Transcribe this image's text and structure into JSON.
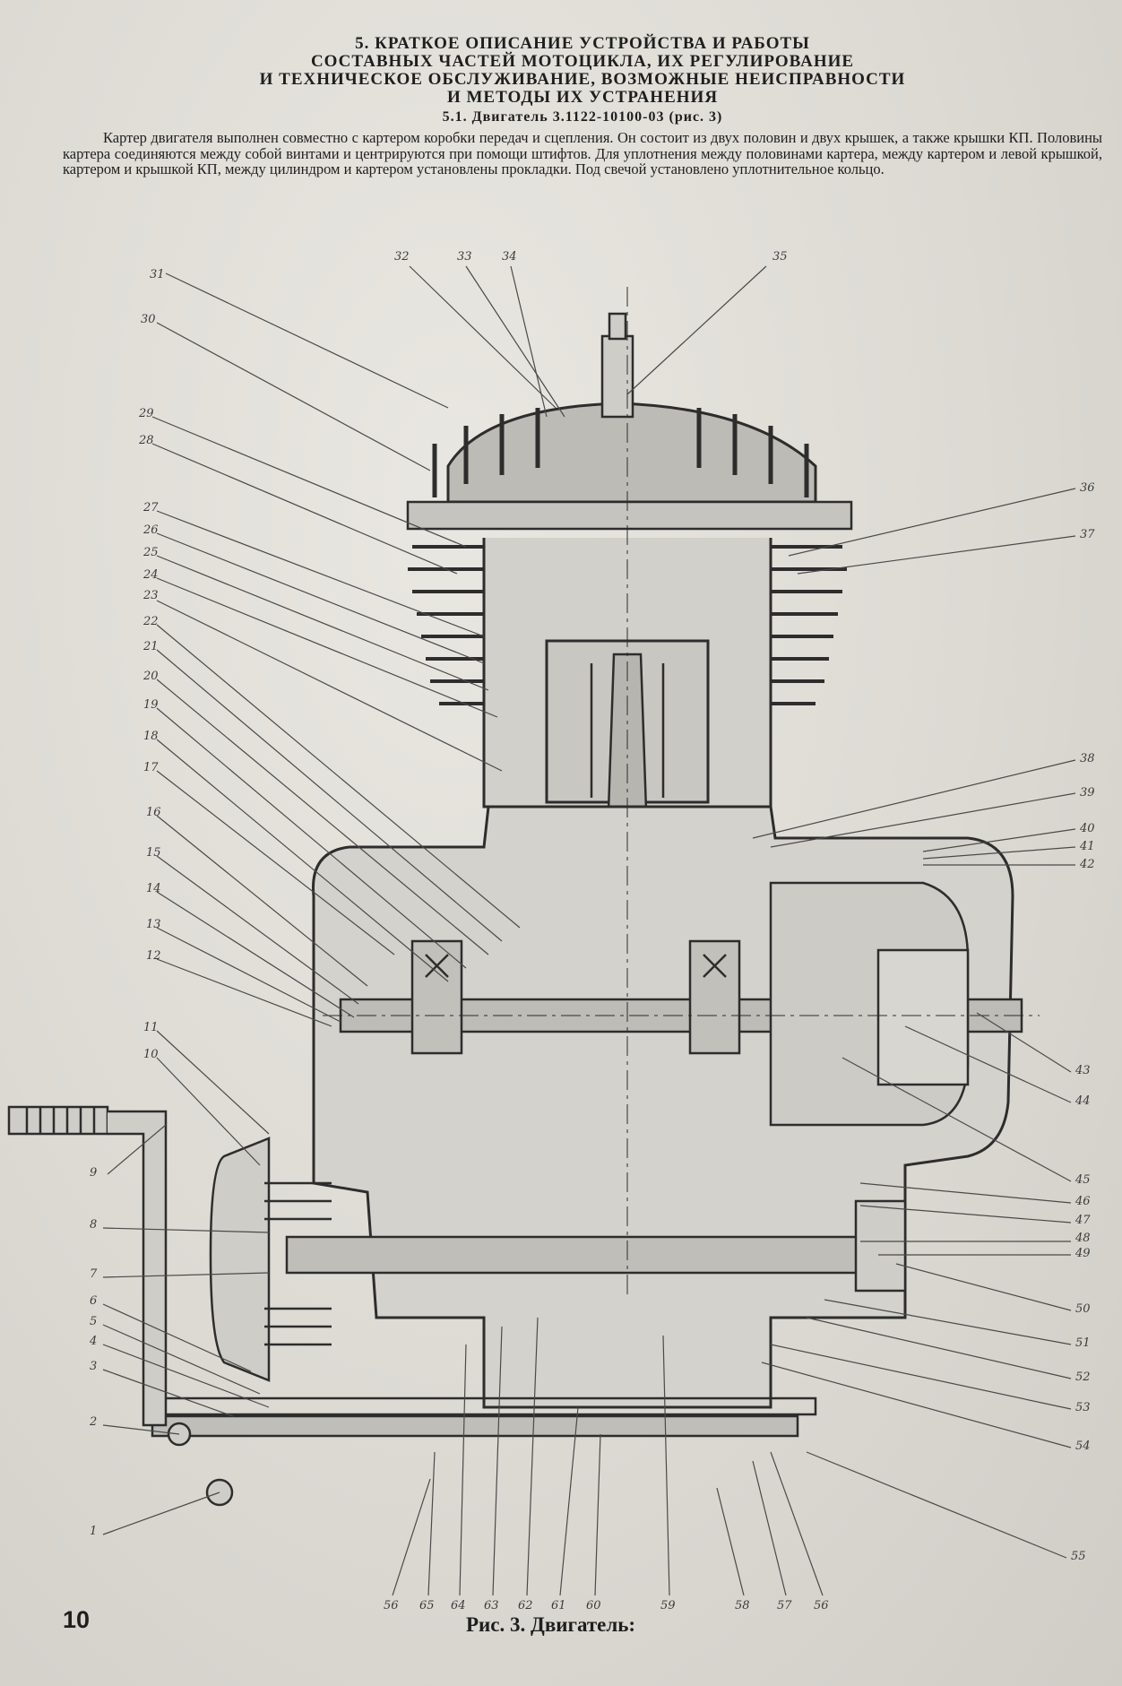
{
  "header": {
    "title_lines": [
      "5. КРАТКОЕ ОПИСАНИЕ УСТРОЙСТВА И РАБОТЫ",
      "СОСТАВНЫХ ЧАСТЕЙ МОТОЦИКЛА, ИХ РЕГУЛИРОВАНИЕ",
      "И ТЕХНИЧЕСКОЕ ОБСЛУЖИВАНИЕ, ВОЗМОЖНЫЕ НЕИСПРАВНОСТИ",
      "И МЕТОДЫ ИХ УСТРАНЕНИЯ"
    ],
    "subsection": "5.1. Двигатель 3.1122-10100-03 (рис. 3)"
  },
  "body_text": "Картер двигателя выполнен совместно с картером коробки передач и сцепления. Он состоит из двух половин и двух крышек, а также крышки КП. Половины картера соединяются между собой винтами и центрируются при помощи штифтов. Для уплотнения между половинами картера, между картером и левой крышкой, картером и крышкой КП, между цилиндром и картером установлены прокладки. Под свечой установлено уплотнительное кольцо.",
  "figure": {
    "left_labels": [
      "31",
      "30",
      "29",
      "28",
      "27",
      "26",
      "25",
      "24",
      "23",
      "22",
      "21",
      "20",
      "19",
      "18",
      "17",
      "16",
      "15",
      "14",
      "13",
      "12",
      "11",
      "10",
      "9",
      "8",
      "7",
      "6",
      "5",
      "4",
      "3",
      "2",
      "1"
    ],
    "top_labels": [
      "32",
      "33",
      "34",
      "35"
    ],
    "right_labels": [
      "36",
      "37",
      "38",
      "39",
      "40",
      "41",
      "42",
      "43",
      "44",
      "45",
      "46",
      "47",
      "48",
      "49",
      "50",
      "51",
      "52",
      "53",
      "54",
      "55"
    ],
    "bottom_labels": [
      "56",
      "65",
      "64",
      "63",
      "62",
      "61",
      "60",
      "59",
      "58",
      "57",
      "56"
    ]
  },
  "page_number": "10",
  "caption": "Рис. 3. Двигатель:"
}
